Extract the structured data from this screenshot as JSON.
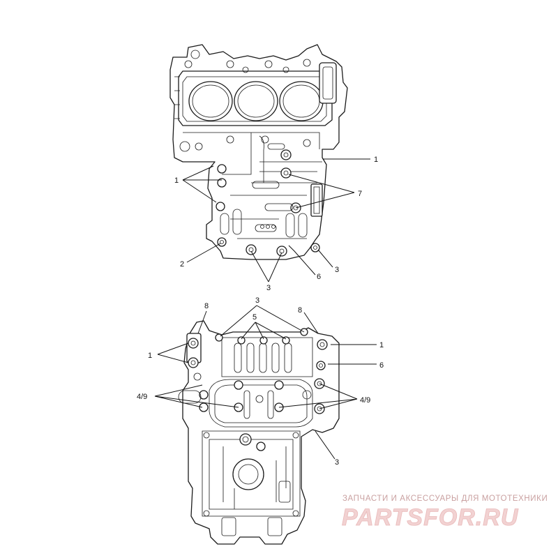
{
  "callouts": {
    "upper": {
      "c1_right": "1",
      "c1_left": "1",
      "c7": "7",
      "c2": "2",
      "c3_right": "3",
      "c6": "6",
      "c3_bottom": "3"
    },
    "lower": {
      "c8_left": "8",
      "c3_top": "3",
      "c8_right": "8",
      "c5": "5",
      "c1_right": "1",
      "c1_left": "1",
      "c6": "6",
      "c49_left": "4/9",
      "c49_right": "4/9",
      "c3_bottom": "3"
    }
  },
  "watermark": {
    "tagline": "ЗАПЧАСТИ И АКСЕССУАРЫ ДЛЯ МОТОТЕХНИКИ",
    "logo": "PARTSFOR.RU"
  },
  "colors": {
    "line": "#1a1a1a",
    "watermark": "#e9b9b9"
  }
}
